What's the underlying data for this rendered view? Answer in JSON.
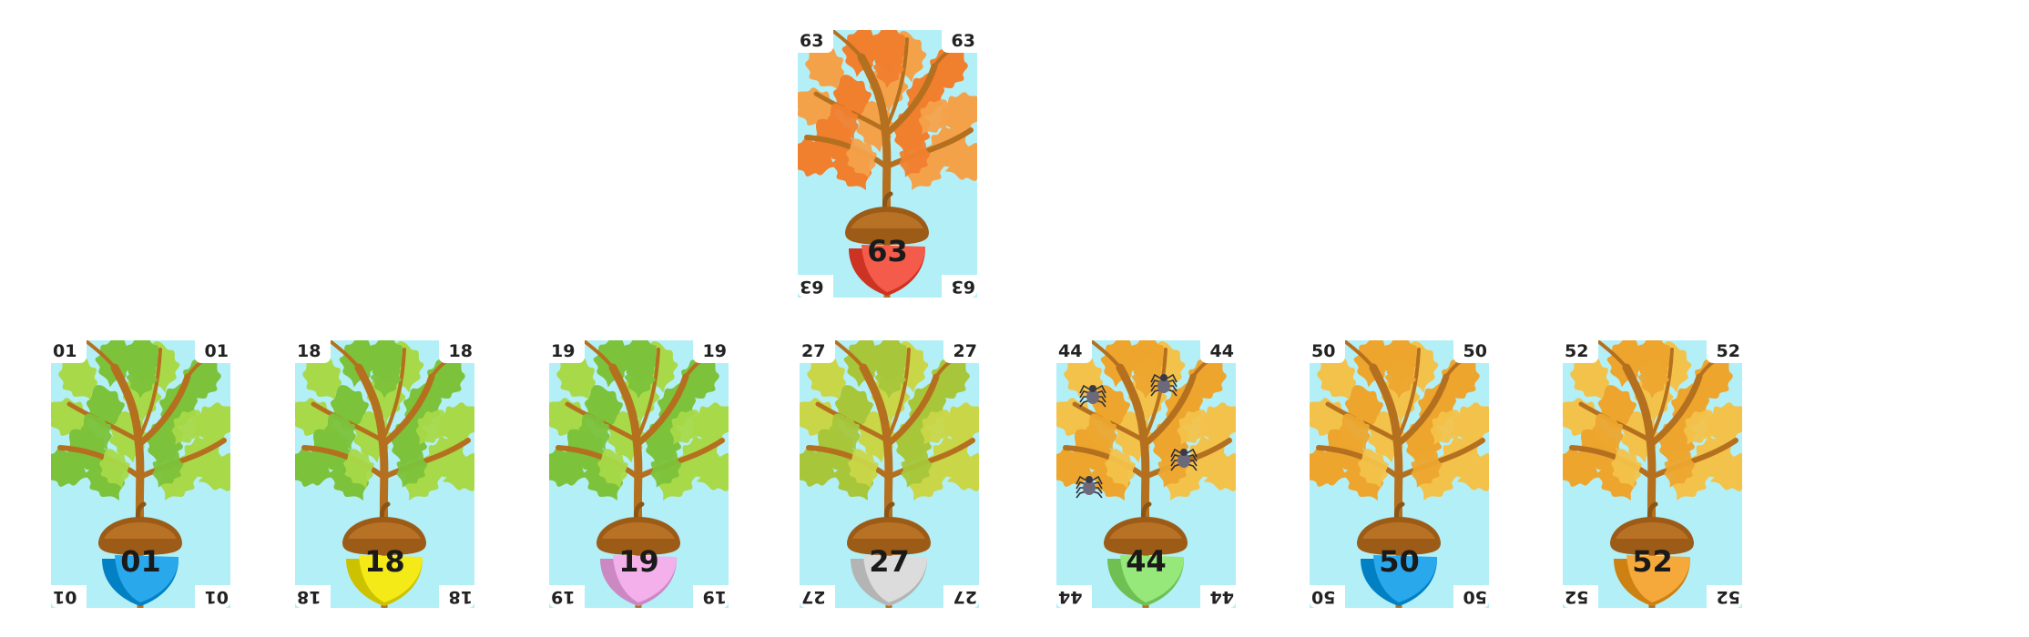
{
  "cards": [
    {
      "id": "63",
      "foliage": "autumn-orange",
      "acorn_color": "#f45b4a",
      "leaf_colors": [
        "#f07f2e",
        "#f4a24a"
      ]
    },
    {
      "id": "01",
      "foliage": "green",
      "acorn_color": "#2aa8ec",
      "leaf_colors": [
        "#7cc23a",
        "#a8d948"
      ]
    },
    {
      "id": "18",
      "foliage": "green",
      "acorn_color": "#f4ea18",
      "leaf_colors": [
        "#7cc23a",
        "#a8d948"
      ]
    },
    {
      "id": "19",
      "foliage": "green",
      "acorn_color": "#f4b0ea",
      "leaf_colors": [
        "#7cc23a",
        "#a8d948"
      ]
    },
    {
      "id": "27",
      "foliage": "yellow-green",
      "acorn_color": "#dcdcdc",
      "leaf_colors": [
        "#a8c63a",
        "#c9d648"
      ]
    },
    {
      "id": "44",
      "foliage": "autumn-yellow",
      "acorn_color": "#96e87a",
      "leaf_colors": [
        "#eda52e",
        "#f3c24a"
      ],
      "spiders": 4
    },
    {
      "id": "50",
      "foliage": "autumn-yellow",
      "acorn_color": "#2aa8ec",
      "leaf_colors": [
        "#eda52e",
        "#f3c24a"
      ]
    },
    {
      "id": "52",
      "foliage": "autumn-yellow",
      "acorn_color": "#f4a93a",
      "leaf_colors": [
        "#eda52e",
        "#f3c24a"
      ]
    }
  ]
}
